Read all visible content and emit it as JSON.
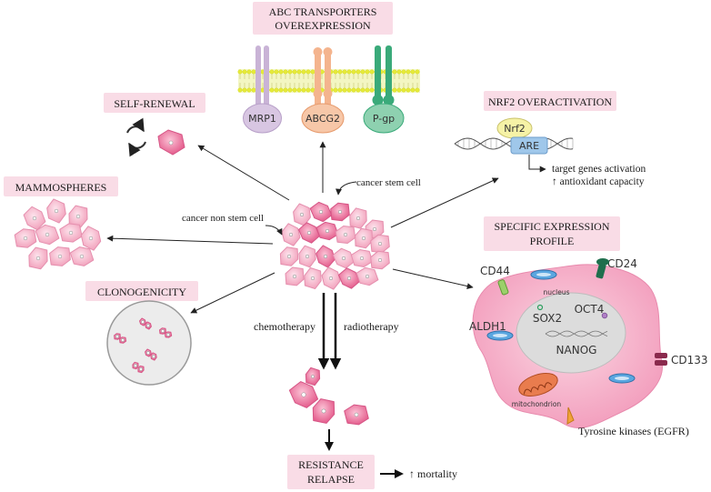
{
  "colors": {
    "label_box": "#f9dce6",
    "cell_fill": "#f7b3c7",
    "cell_stem": "#ec6f9b",
    "mrp1": "#c9b3d6",
    "abcg2": "#f4b48e",
    "pgp": "#3aaa7a",
    "membrane": "#e8ee55",
    "big_cell": "#f7bcd0",
    "nucleus": "#dcdcdc",
    "nrf2": "#f6f2a6",
    "are": "#9fc7ea",
    "arrow": "#222222"
  },
  "abc": {
    "title_line1": "ABC TRANSPORTERS",
    "title_line2": "OVEREXPRESSION",
    "transporters": [
      "MRP1",
      "ABCG2",
      "P-gp"
    ]
  },
  "self_renewal": {
    "label": "SELF-RENEWAL"
  },
  "mammospheres": {
    "label": "MAMMOSPHERES"
  },
  "clonogenicity": {
    "label": "CLONOGENICITY"
  },
  "nrf2": {
    "title": "NRF2 OVERACTIVATION",
    "nrf2_label": "Nrf2",
    "are_label": "ARE",
    "effect_line1": "target genes activation",
    "effect_line2": "↑ antioxidant capacity"
  },
  "center": {
    "stem_label": "cancer stem cell",
    "nonstem_label": "cancer non stem cell"
  },
  "treatments": {
    "chemo": "chemotherapy",
    "radio": "radiotherapy"
  },
  "outcome": {
    "line1": "RESISTANCE",
    "line2": "RELAPSE",
    "mortality": "↑ mortality"
  },
  "profile": {
    "title_line1": "SPECIFIC EXPRESSION",
    "title_line2": "PROFILE",
    "markers": {
      "cd44": "CD44",
      "cd24": "CD24",
      "aldh1": "ALDH1",
      "cd133": "CD133",
      "tyrosine": "Tyrosine kinases (EGFR)"
    },
    "nucleus_label": "nucleus",
    "factors": {
      "sox2": "SOX2",
      "oct4": "OCT4",
      "nanog": "NANOG"
    },
    "mitochondrion_label": "mitochondrion"
  }
}
